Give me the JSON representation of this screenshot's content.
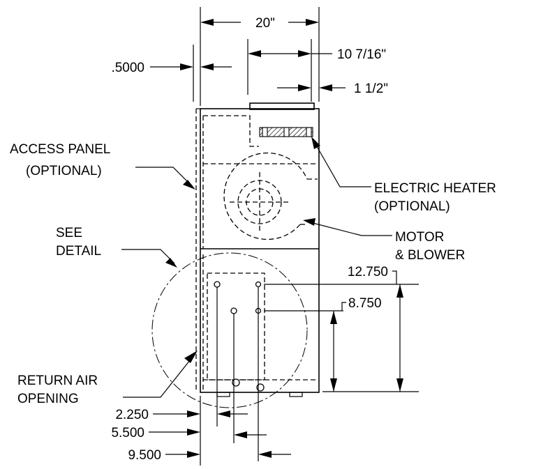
{
  "dimensions": {
    "overall_width": "20\"",
    "blower_offset": "10 7/16\"",
    "heater_offset": "1 1/2\"",
    "panel_thickness": ".5000",
    "hole_upper_height": "12.750",
    "hole_lower_height": "8.750",
    "hole_col_1": "2.250",
    "hole_col_2": "5.500",
    "hole_col_3": "9.500"
  },
  "callouts": {
    "access_panel_line1": "ACCESS PANEL",
    "access_panel_line2": "(OPTIONAL)",
    "electric_heater_line1": "ELECTRIC HEATER",
    "electric_heater_line2": "(OPTIONAL)",
    "see_detail_line1": "SEE",
    "see_detail_line2": "DETAIL",
    "motor_line1": "MOTOR",
    "motor_line2": "& BLOWER",
    "return_air_line1": "RETURN AIR",
    "return_air_line2": "OPENING"
  }
}
